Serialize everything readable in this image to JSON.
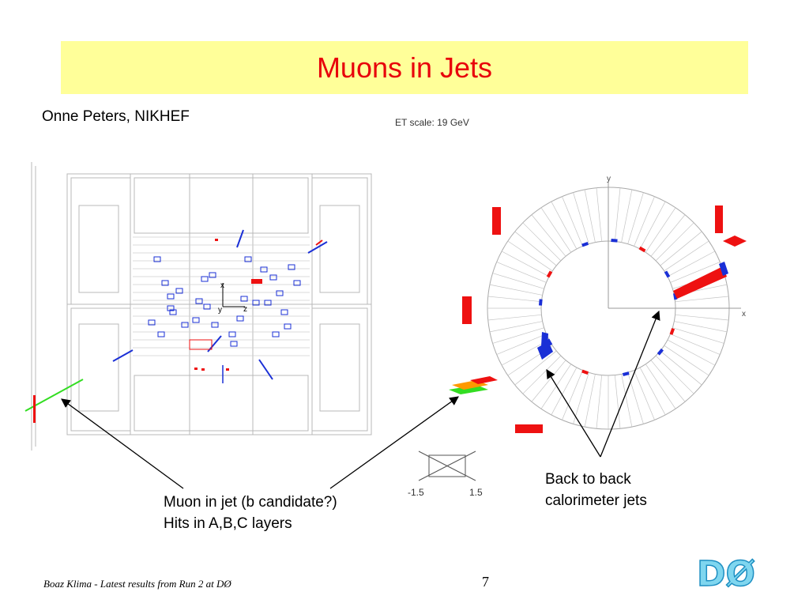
{
  "slide": {
    "title": "Muons in Jets",
    "author": "Onne Peters, NIKHEF",
    "et_scale": "ET scale: 19 GeV",
    "annotation_muon": [
      "Muon in jet (b candidate?)",
      "Hits in A,B,C layers"
    ],
    "annotation_jets": [
      "Back to back",
      "calorimeter jets"
    ],
    "eta_min": "-1.5",
    "eta_max": "1.5",
    "axis_x": "x",
    "axis_y": "y",
    "side_x": "x",
    "side_y": "y",
    "side_z": "z",
    "footer": "Boaz Klima - Latest results from Run 2 at DØ",
    "page_number": "7",
    "logo_text": "DØ"
  },
  "colors": {
    "title_background": "#ffff99",
    "title_text": "#e8000b",
    "muon_track": "#33dd22",
    "hits": "#1a2fd6",
    "calorimeter": "#ee1111"
  }
}
